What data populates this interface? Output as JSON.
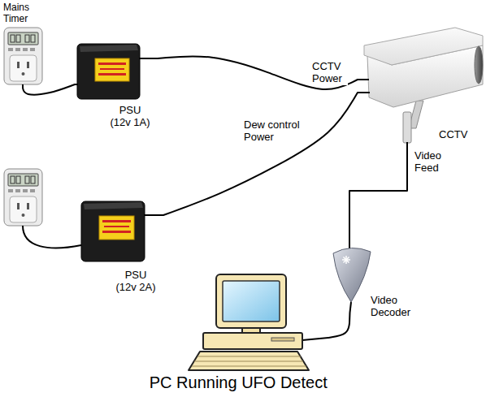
{
  "diagram": {
    "nodes": [
      {
        "text": [
          "Mains Timer"
        ]
      },
      {
        "text": [
          "PSU (12v 1A)"
        ]
      },
      {
        "text": [
          "PSU (12v 2A)"
        ]
      },
      {
        "text": [
          "CCTV"
        ]
      },
      {
        "text": [
          "Video Decoder"
        ]
      },
      {
        "text": [
          "PC Running UFO Detect"
        ]
      }
    ],
    "edges": [
      {
        "from": 0,
        "to": 1,
        "arrow": "none"
      },
      {
        "from": 1,
        "to": 3,
        "label": "CCTV Power",
        "arrow": "none"
      },
      {
        "from": 2,
        "to": 3,
        "label": "Dew control Power",
        "arrow": "none"
      },
      {
        "from": 3,
        "to": 4,
        "label": "Video Feed",
        "arrow": "none"
      },
      {
        "from": 4,
        "to": 5,
        "arrow": "none"
      }
    ]
  }
}
